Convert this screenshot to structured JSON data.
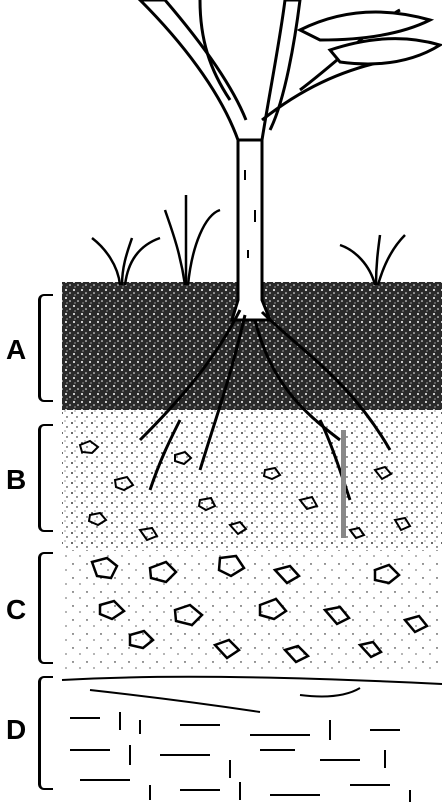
{
  "layers": [
    {
      "key": "A",
      "label": "A"
    },
    {
      "key": "B",
      "label": "B"
    },
    {
      "key": "C",
      "label": "C"
    },
    {
      "key": "D",
      "label": "D"
    }
  ],
  "colors": {
    "ink": "#000000",
    "paper": "#ffffff",
    "stake": "#888888"
  },
  "icons": [
    "tree-icon",
    "seedling-icon",
    "stake-icon"
  ]
}
